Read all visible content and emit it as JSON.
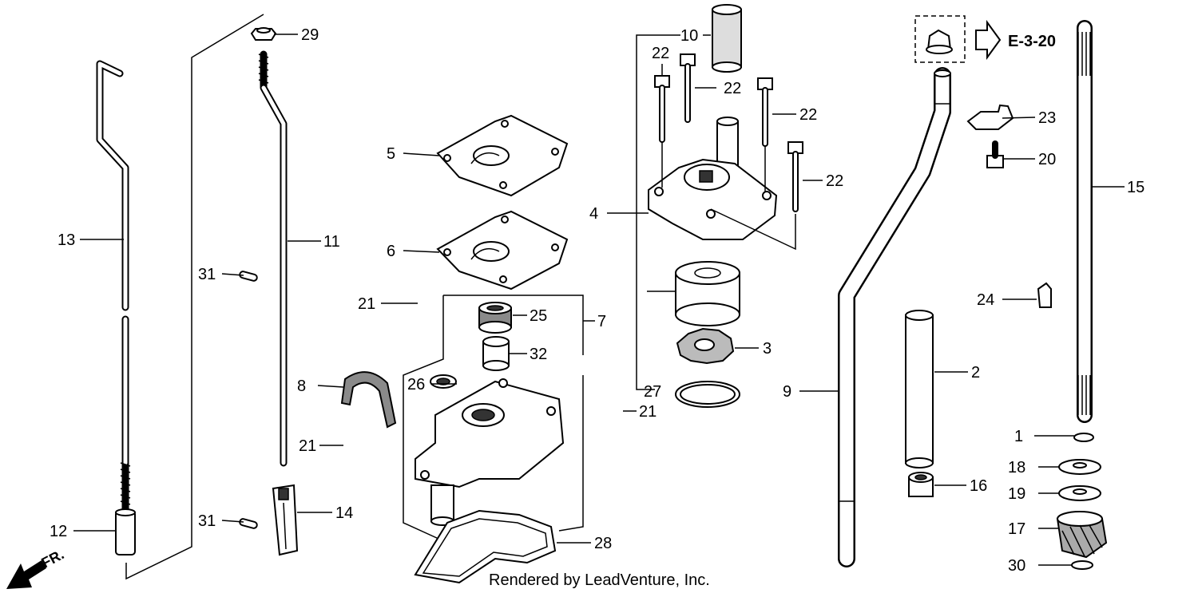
{
  "callouts": {
    "c1": "1",
    "c2": "2",
    "c3": "3",
    "c4": "4",
    "c5": "5",
    "c6": "6",
    "c7": "7",
    "c8": "8",
    "c9": "9",
    "c10": "10",
    "c11": "11",
    "c12": "12",
    "c13": "13",
    "c14": "14",
    "c15": "15",
    "c16": "16",
    "c17": "17",
    "c18": "18",
    "c19": "19",
    "c20": "20",
    "c21": "21",
    "c22": "22",
    "c23": "23",
    "c24": "24",
    "c25": "25",
    "c26": "26",
    "c27": "27",
    "c28": "28",
    "c29": "29",
    "c30": "30",
    "c31": "31",
    "c32": "32"
  },
  "reference": "E-3-20",
  "front_marker": "FR.",
  "credit": "Rendered by LeadVenture, Inc."
}
